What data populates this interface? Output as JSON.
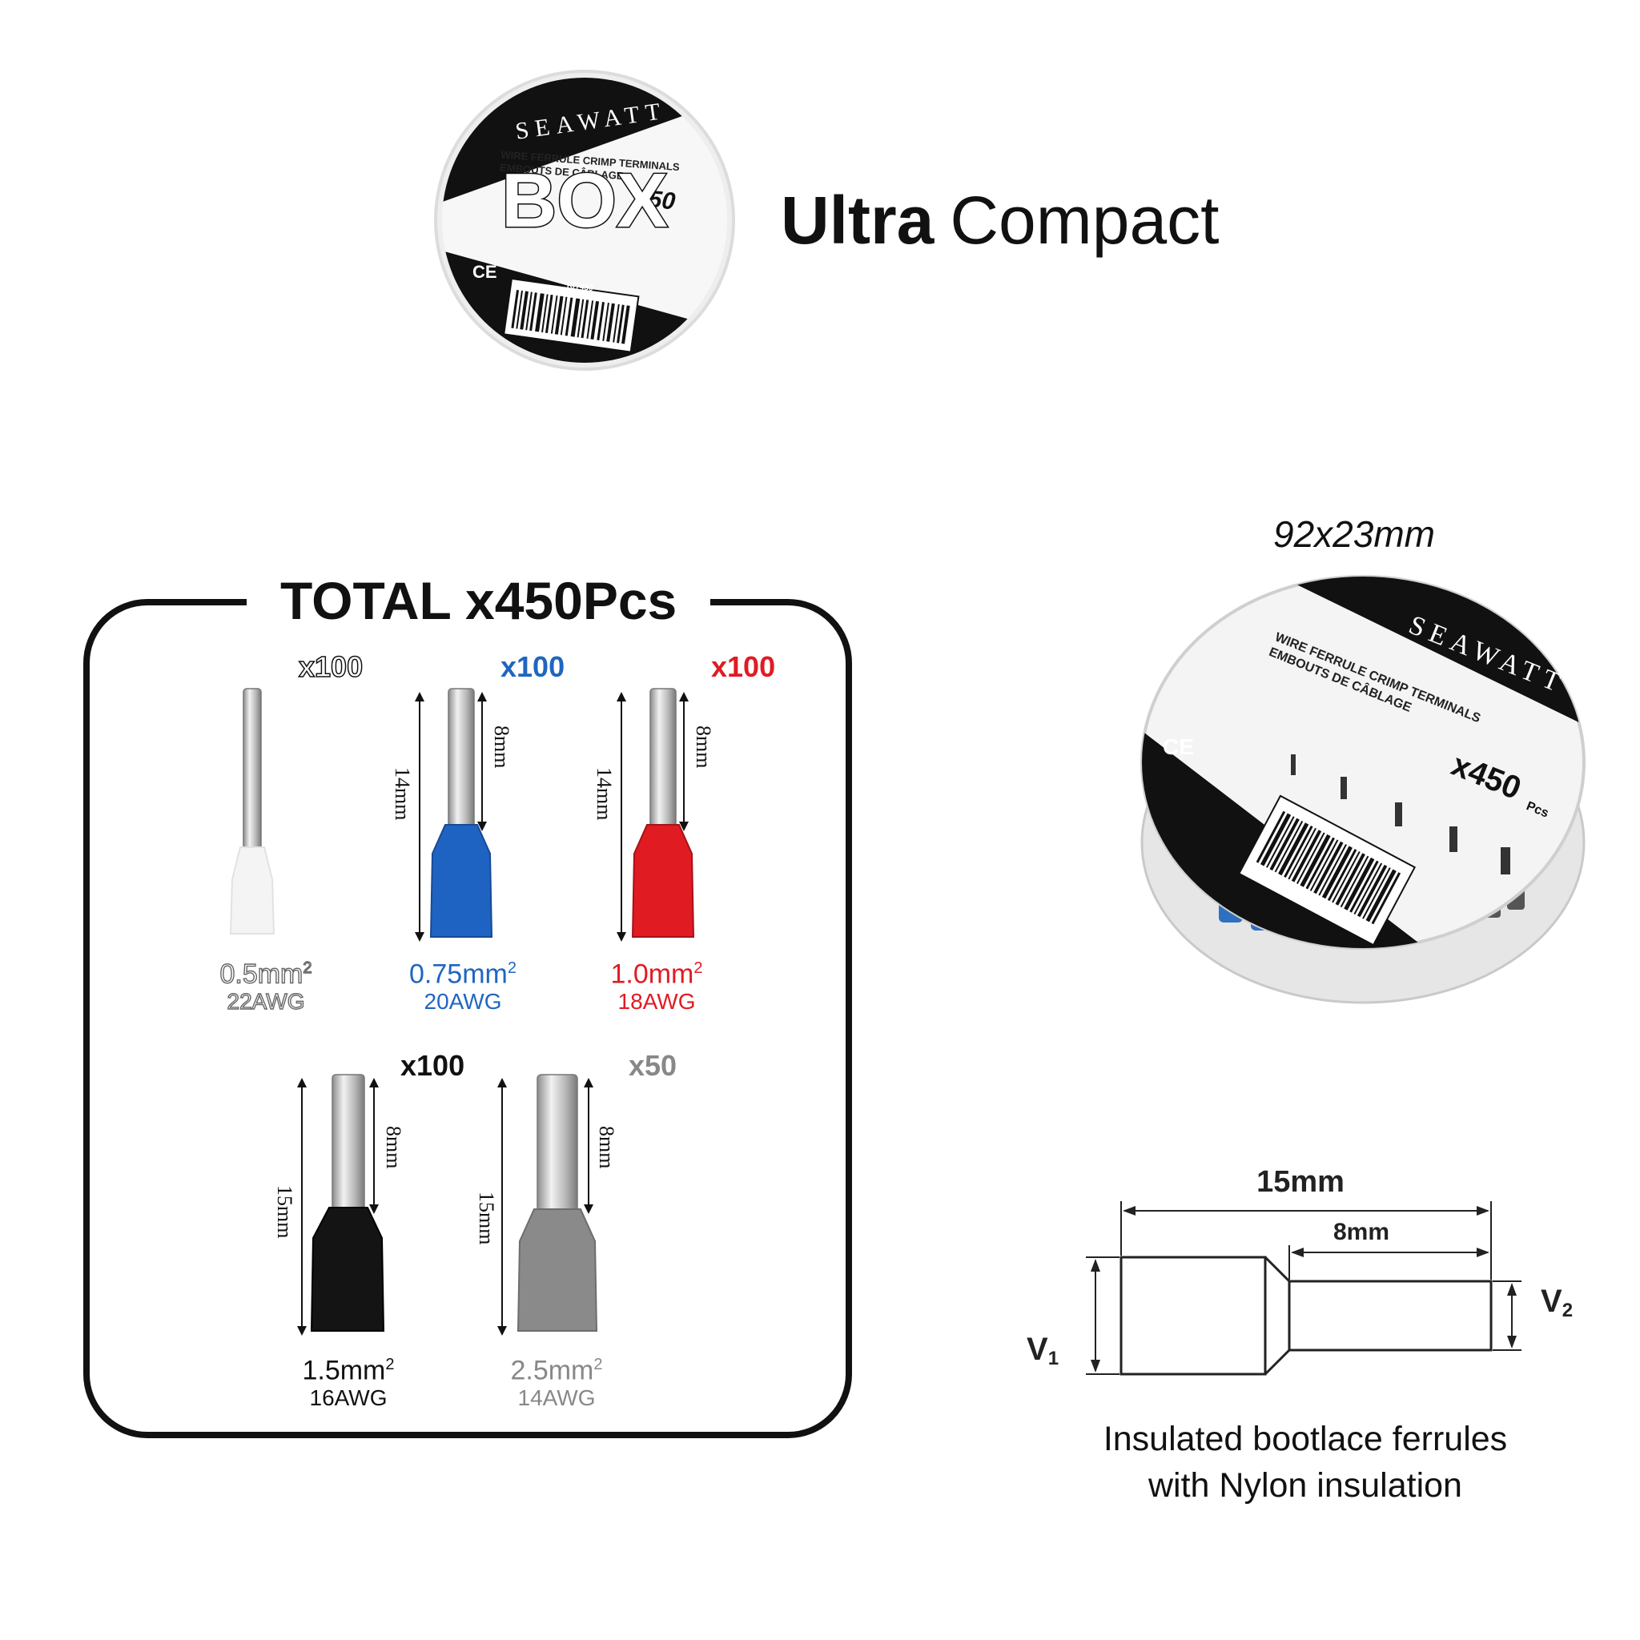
{
  "header": {
    "badge": {
      "brand": "SEAWATT",
      "label": "BOX",
      "subtitle_en": "WIRE FERRULE CRIMP TERMINALS",
      "subtitle_fr": "EMBOUTS DE CÂBLAGE",
      "count": "450",
      "kit_code": "KIT450",
      "barcode_text": "3 666964 121822"
    },
    "headline_bold": "Ultra",
    "headline_regular": "Compact"
  },
  "kit": {
    "title": "TOTAL x450Pcs",
    "ferrules": [
      {
        "id": "white",
        "quantity": "x100",
        "size": "0.5mm",
        "awg": "22AWG",
        "length": "",
        "pin_length": "",
        "color": "#f2f2f2",
        "label_color": "#777777",
        "qty_style": "outline"
      },
      {
        "id": "blue",
        "quantity": "x100",
        "size": "0.75mm",
        "awg": "20AWG",
        "length": "14mm",
        "pin_length": "8mm",
        "color": "#1f63c2",
        "label_color": "#1f66c0",
        "qty_style": "solid"
      },
      {
        "id": "red",
        "quantity": "x100",
        "size": "1.0mm",
        "awg": "18AWG",
        "length": "14mm",
        "pin_length": "8mm",
        "color": "#e11b22",
        "label_color": "#e01b24",
        "qty_style": "solid"
      },
      {
        "id": "black",
        "quantity": "x100",
        "size": "1.5mm",
        "awg": "16AWG",
        "length": "15mm",
        "pin_length": "8mm",
        "color": "#141414",
        "label_color": "#111111",
        "qty_style": "solid"
      },
      {
        "id": "grey",
        "quantity": "x50",
        "size": "2.5mm",
        "awg": "14AWG",
        "length": "15mm",
        "pin_length": "8mm",
        "color": "#8a8a8a",
        "label_color": "#888888",
        "qty_style": "solid"
      }
    ],
    "superscript": "2"
  },
  "photo": {
    "dimension": "92x23mm",
    "box_subtitle_en": "WIRE FERRULE CRIMP TERMINALS",
    "box_subtitle_fr": "EMBOUTS DE CÂBLAGE",
    "count": "x450",
    "pcs": "Pcs"
  },
  "diagram": {
    "overall_length": "15mm",
    "pin_length": "8mm",
    "v1": "V",
    "v1_sub": "1",
    "v2": "V",
    "v2_sub": "2",
    "caption_line1": "Insulated bootlace ferrules",
    "caption_line2": "with Nylon insulation"
  }
}
